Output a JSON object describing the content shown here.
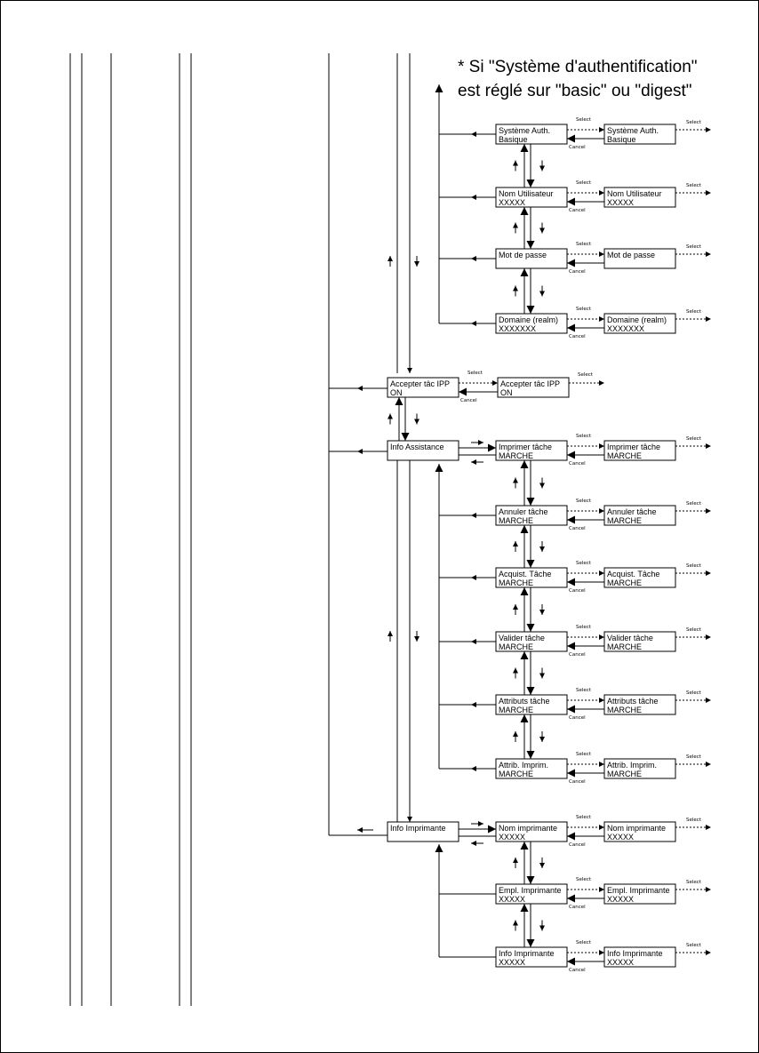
{
  "note": {
    "line1": "* Si \"Système d'authentification\"",
    "line2": "est réglé sur \"basic\" ou \"digest\""
  },
  "labels": {
    "select": "Select",
    "cancel": "Cancel"
  },
  "auth_group": [
    {
      "line1": "Système Auth.",
      "line2": "Basique"
    },
    {
      "line1": "Nom Utilisateur",
      "line2": "XXXXX"
    },
    {
      "line1": "Mot de passe",
      "line2": ""
    },
    {
      "line1": "Domaine (realm)",
      "line2": "XXXXXXX"
    }
  ],
  "ipp": {
    "line1": "Accepter tâc IPP",
    "line2": "ON"
  },
  "assist": {
    "parent": {
      "line1": "Info Assistance",
      "line2": ""
    },
    "children": [
      {
        "line1": "Imprimer tâche",
        "line2": "MARCHE"
      },
      {
        "line1": "Annuler tâche",
        "line2": "MARCHE"
      },
      {
        "line1": "Acquist. Tâche",
        "line2": "MARCHE"
      },
      {
        "line1": "Valider tâche",
        "line2": "MARCHE"
      },
      {
        "line1": "Attributs tâche",
        "line2": "MARCHE"
      },
      {
        "line1": "Attrib. Imprim.",
        "line2": "MARCHE"
      }
    ]
  },
  "printer": {
    "parent": {
      "line1": "Info Imprimante",
      "line2": ""
    },
    "children": [
      {
        "line1": "Nom imprimante",
        "line2": "XXXXX"
      },
      {
        "line1": "Empl. Imprimante",
        "line2": "XXXXX"
      },
      {
        "line1": "Info Imprimante",
        "line2": "XXXXX"
      }
    ]
  }
}
